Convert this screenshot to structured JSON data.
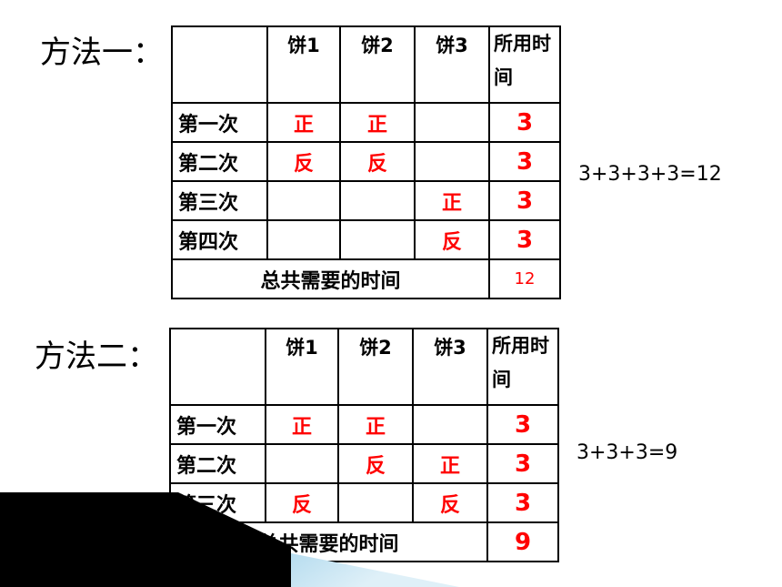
{
  "method1": {
    "label": "方法一：",
    "headers": [
      "",
      "饼1",
      "饼2",
      "饼3",
      "所用时间"
    ],
    "rows": [
      {
        "name": "第一次",
        "c1": "正",
        "c2": "正",
        "c3": "",
        "time": "3"
      },
      {
        "name": "第二次",
        "c1": "反",
        "c2": "反",
        "c3": "",
        "time": "3"
      },
      {
        "name": "第三次",
        "c1": "",
        "c2": "",
        "c3": "正",
        "time": "3"
      },
      {
        "name": "第四次",
        "c1": "",
        "c2": "",
        "c3": "反",
        "time": "3"
      }
    ],
    "total_label": "总共需要的时间",
    "total_value": "12",
    "equation": "3+3+3+3=12"
  },
  "method2": {
    "label": "方法二：",
    "headers": [
      "",
      "饼1",
      "饼2",
      "饼3",
      "所用时间"
    ],
    "rows": [
      {
        "name": "第一次",
        "c1": "正",
        "c2": "正",
        "c3": "",
        "time": "3"
      },
      {
        "name": "第二次",
        "c1": "",
        "c2": "反",
        "c3": "正",
        "time": "3"
      },
      {
        "name": "第三次",
        "c1": "反",
        "c2": "",
        "c3": "反",
        "time": "3"
      }
    ],
    "total_label": "总共需要的时间",
    "total_value": "9",
    "equation": "3+3+3=9"
  },
  "colors": {
    "mark": "#ff0000",
    "border": "#000000",
    "accent_blue": "#8ec9e6",
    "accent_dark": "#000000"
  }
}
